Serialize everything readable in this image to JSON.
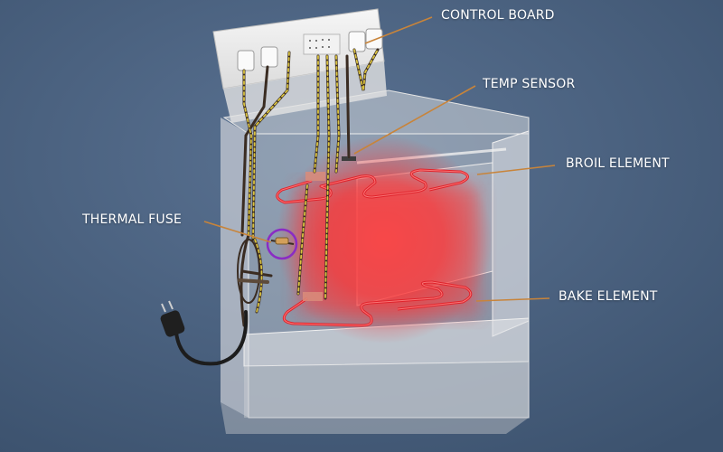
{
  "diagram": {
    "callouts": {
      "control_board": "CONTROL BOARD",
      "temp_sensor": "TEMP SENSOR",
      "broil_element": "BROIL ELEMENT",
      "thermal_fuse": "THERMAL FUSE",
      "bake_element": "BAKE ELEMENT"
    }
  },
  "colors": {
    "background": "#4a6280",
    "callout_line": "#c8843a",
    "heating_glow": "#ff3b3b",
    "element_coil": "#e0232b",
    "fuse_highlight": "#8a2cc4",
    "wire_yellow": "#d9c23f",
    "wire_dark": "#3a2c22",
    "power_cord": "#1d1d1d"
  }
}
